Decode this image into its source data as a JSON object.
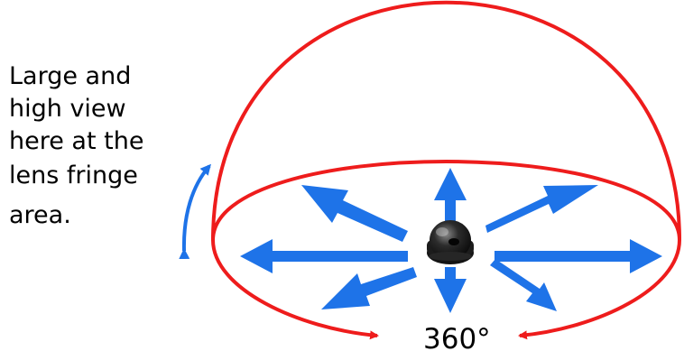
{
  "caption": {
    "lines": [
      "Large and",
      "high view",
      "here at the",
      "lens fringe",
      "area."
    ]
  },
  "angle_label": "360°",
  "icons": {
    "camera": "dome-camera-icon"
  },
  "colors": {
    "coverage_outline": "#ee1c1c",
    "direction_arrows": "#1e73e8",
    "text": "#000000",
    "camera_body": "#1c1c1c"
  }
}
